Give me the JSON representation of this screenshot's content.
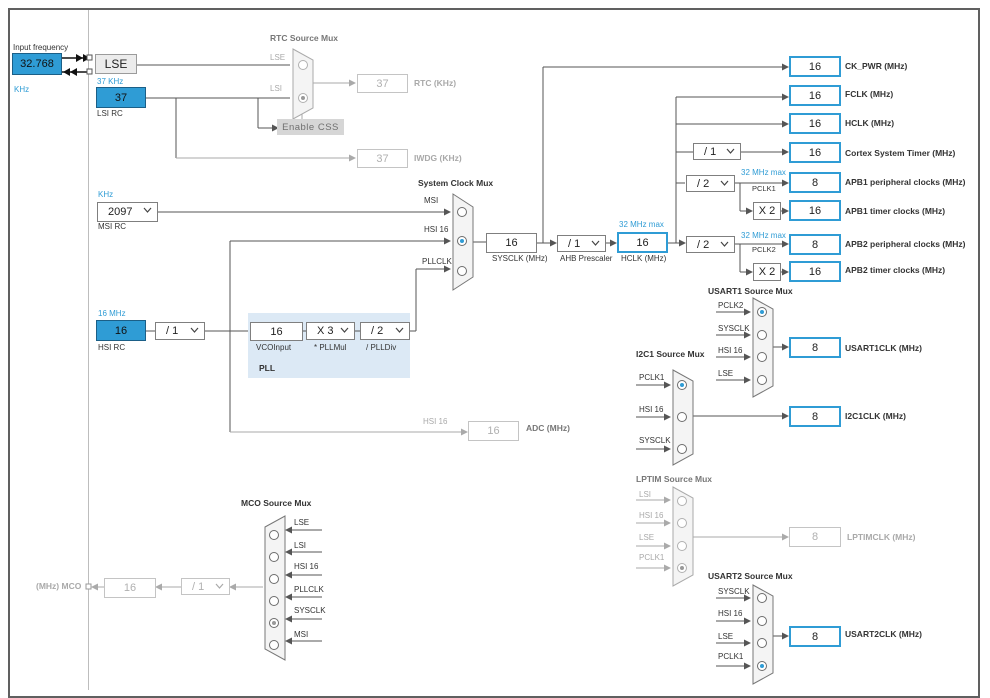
{
  "input_freq": {
    "label": "Input frequency",
    "value": "32.768",
    "unit": "KHz"
  },
  "lse": {
    "label": "LSE"
  },
  "lsi": {
    "freq": "37 KHz",
    "value": "37",
    "name": "LSI RC"
  },
  "msi": {
    "unit": "KHz",
    "value": "2097",
    "name": "MSI RC"
  },
  "hsi": {
    "freq": "16 MHz",
    "value": "16",
    "name": "HSI RC",
    "div": "/ 1"
  },
  "rtc_mux": {
    "title": "RTC Source Mux",
    "in_lse": "LSE",
    "in_lsi": "LSI",
    "enable_css": "Enable CSS",
    "out_value": "37",
    "out_label": "RTC (KHz)"
  },
  "iwdg": {
    "value": "37",
    "label": "IWDG (KHz)"
  },
  "sysclk_mux": {
    "title": "System Clock Mux",
    "in_msi": "MSI",
    "in_hsi": "HSI 16",
    "in_pll": "PLLCLK"
  },
  "pll": {
    "vco_value": "16",
    "vco_label": "VCOInput",
    "mul": "X 3",
    "mul_label": "* PLLMul",
    "div": "/ 2",
    "div_label": "/ PLLDiv",
    "title": "PLL"
  },
  "sysclk": {
    "value": "16",
    "label": "SYSCLK (MHz)"
  },
  "ahb": {
    "value": "/ 1",
    "label": "AHB Prescaler"
  },
  "hclk": {
    "max": "32 MHz max",
    "value": "16",
    "label": "HCLK (MHz)"
  },
  "adc": {
    "in_label": "HSI 16",
    "value": "16",
    "label": "ADC (MHz)"
  },
  "outputs": {
    "ck_pwr": {
      "value": "16",
      "label": "CK_PWR (MHz)"
    },
    "fclk": {
      "value": "16",
      "label": "FCLK (MHz)"
    },
    "hclk": {
      "value": "16",
      "label": "HCLK (MHz)"
    },
    "cortex": {
      "div": "/ 1",
      "value": "16",
      "label": "Cortex System Timer (MHz)"
    },
    "apb1": {
      "max": "32 MHz max",
      "div": "/ 2",
      "pclk": "PCLK1",
      "value": "8",
      "label": "APB1 peripheral clocks (MHz)"
    },
    "apb1_timer": {
      "mul": "X 2",
      "value": "16",
      "label": "APB1 timer clocks (MHz)"
    },
    "apb2": {
      "max": "32 MHz max",
      "div": "/ 2",
      "pclk": "PCLK2",
      "value": "8",
      "label": "APB2 peripheral clocks (MHz)"
    },
    "apb2_timer": {
      "mul": "X 2",
      "value": "16",
      "label": "APB2 timer clocks (MHz)"
    }
  },
  "usart1": {
    "title": "USART1 Source Mux",
    "in1": "PCLK2",
    "in2": "SYSCLK",
    "in3": "HSI 16",
    "in4": "LSE",
    "value": "8",
    "label": "USART1CLK (MHz)"
  },
  "i2c1": {
    "title": "I2C1 Source Mux",
    "in1": "PCLK1",
    "in2": "HSI 16",
    "in3": "SYSCLK",
    "value": "8",
    "label": "I2C1CLK (MHz)"
  },
  "lptim": {
    "title": "LPTIM Source Mux",
    "in1": "LSI",
    "in2": "HSI 16",
    "in3": "LSE",
    "in4": "PCLK1",
    "value": "8",
    "label": "LPTIMCLK (MHz)"
  },
  "usart2": {
    "title": "USART2 Source Mux",
    "in1": "SYSCLK",
    "in2": "HSI 16",
    "in3": "LSE",
    "in4": "PCLK1",
    "value": "8",
    "label": "USART2CLK (MHz)"
  },
  "mco": {
    "title": "MCO Source Mux",
    "in1": "LSE",
    "in2": "LSI",
    "in3": "HSI 16",
    "in4": "PLLCLK",
    "in5": "SYSCLK",
    "in6": "MSI",
    "div": "/ 1",
    "value": "16",
    "label": "(MHz) MCO"
  },
  "colors": {
    "accent": "#2f9cd5",
    "line": "#555555",
    "disabled": "#b0b0b0",
    "pll_bg": "#dce9f5"
  }
}
